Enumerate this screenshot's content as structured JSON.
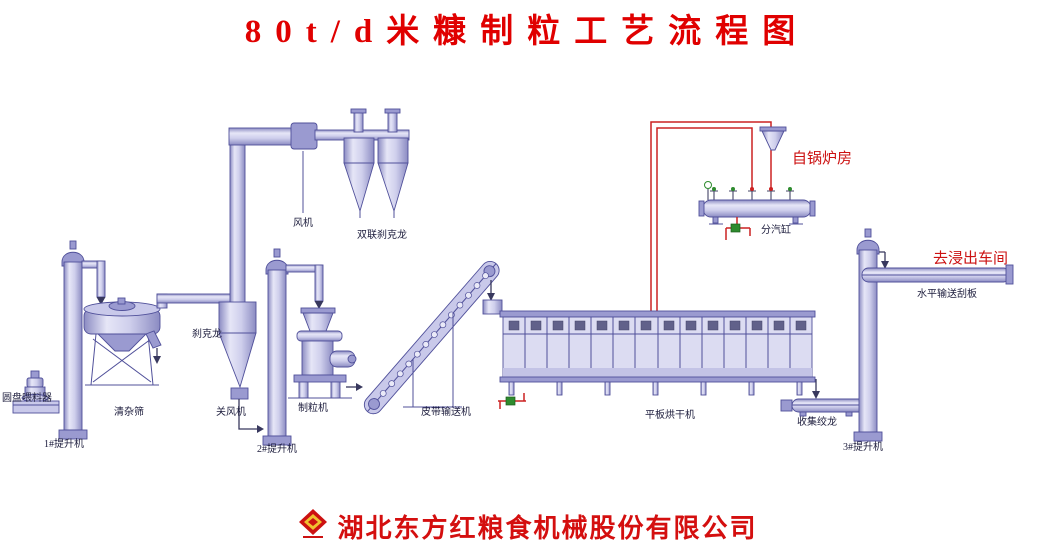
{
  "title": "80t/d米糠制粒工艺流程图",
  "footer": {
    "company": "湖北东方红粮食机械股份有限公司"
  },
  "equipment_labels": {
    "fan": "风机",
    "double_cyclone": "双联刹克龙",
    "cyclone": "刹克龙",
    "disc_feeder": "圆盘喂料器",
    "cleaning_sieve": "清杂筛",
    "airlock": "关风机",
    "pellet_mill": "制粒机",
    "belt_conveyor": "皮带输送机",
    "flat_dryer": "平板烘干机",
    "steam_cylinder": "分汽缸",
    "collect_auger": "收集绞龙",
    "horizontal_scraper": "水平输送刮板",
    "elevator1": "1#提升机",
    "elevator2": "2#提升机",
    "elevator3": "3#提升机"
  },
  "flow_notes": {
    "from_boiler": "自锅炉房",
    "to_extraction": "去浸出车间"
  },
  "colors": {
    "title_red": "#e00000",
    "pipe_red": "#cc2222",
    "equipment_outline": "#50509a",
    "equipment_fill": "#c9c9ea",
    "label_text": "#1c1c3c",
    "valve_green": "#2e8b2e"
  }
}
